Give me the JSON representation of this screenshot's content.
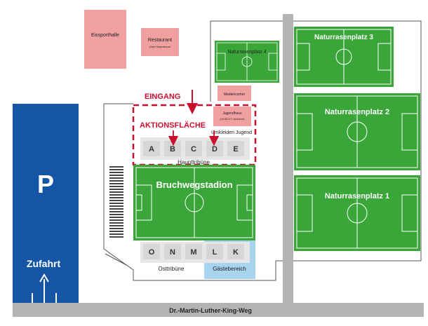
{
  "colors": {
    "pitch": "#3aa63a",
    "pitch_line": "#ffffff",
    "building": "#f0a0a0",
    "road": "#b3b3b3",
    "parking": "#1455a5",
    "accent": "#c8102e",
    "guest": "#a9d4ef",
    "block": "#d6d6d6"
  },
  "labels": {
    "eissporthalle": "Eissporthalle",
    "restaurant": "Restaurant",
    "restaurant_sub": "„Zum Hasenhaus“",
    "mediencenter": "Mediencenter",
    "jugendhaus": "Jugendhaus",
    "jugendhaus_sub": "(U13/U17-Junioren)",
    "eingang": "EINGANG",
    "aktionsflaeche": "AKTIONSFLÄCHE",
    "umkleiden": "Umkleiden Jugend",
    "haupttribuene": "Haupttribüne",
    "stadium": "Bruchwegstadion",
    "osttribuene": "Osttribüne",
    "gaestebereich": "Gästebereich",
    "parking": "P",
    "zufahrt": "Zufahrt",
    "road": "Dr.-Martin-Luther-King-Weg",
    "platz4": "Naturrasenplatz 4",
    "platz3": "Naturrasenplatz 3",
    "platz2": "Naturrasenplatz 2",
    "platz1": "Naturrasenplatz 1"
  },
  "haupttribuene_blocks": [
    "A",
    "B",
    "C",
    "D",
    "E"
  ],
  "osttribuene_blocks": [
    "O",
    "N",
    "M",
    "L",
    "K"
  ]
}
